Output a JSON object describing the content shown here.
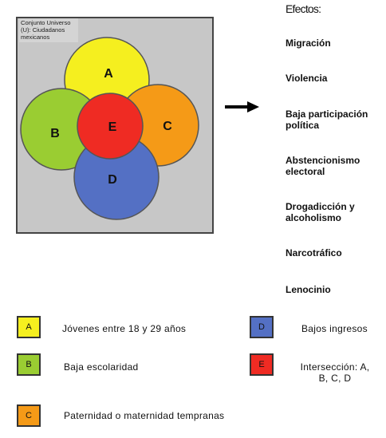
{
  "universe": {
    "label": "Conjunto Universo (U): Ciudadanos mexicanos"
  },
  "sets": [
    {
      "letter": "A",
      "color": "#f5ef1f"
    },
    {
      "letter": "B",
      "color": "#9acd32"
    },
    {
      "letter": "C",
      "color": "#f59a17"
    },
    {
      "letter": "D",
      "color": "#5470c4"
    },
    {
      "letter": "E",
      "color": "#ef2b23"
    }
  ],
  "effects": {
    "heading": "Efectos:",
    "items": [
      "Migración",
      "Violencia",
      "Baja participación política",
      "Abstencionismo electoral",
      "Drogadicción y alcoholismo",
      "Narcotráfico",
      "Lenocinio"
    ]
  },
  "legend": [
    {
      "letter": "A",
      "color": "#f5ef1f",
      "text": "Jóvenes entre 18 y 29 años"
    },
    {
      "letter": "B",
      "color": "#9acd32",
      "text": "Baja escolaridad"
    },
    {
      "letter": "C",
      "color": "#f59a17",
      "text": "Paternidad o maternidad tempranas"
    },
    {
      "letter": "D",
      "color": "#5470c4",
      "text": "Bajos ingresos"
    },
    {
      "letter": "E",
      "color": "#ef2b23",
      "text": "Intersección: A, B, C, D"
    }
  ]
}
